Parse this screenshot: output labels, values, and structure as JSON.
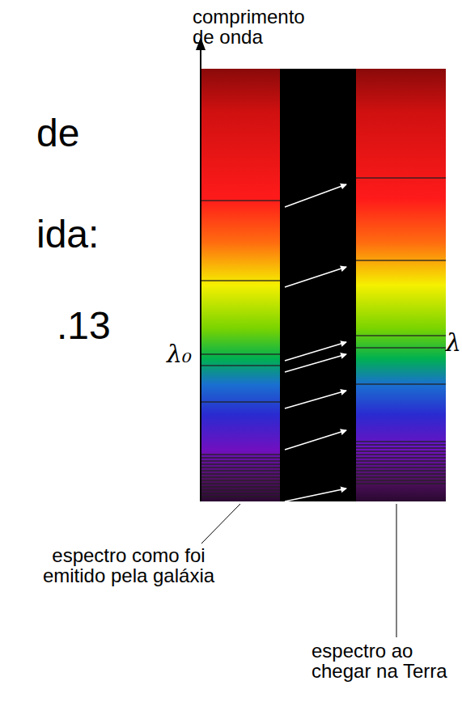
{
  "diagram": {
    "labels": [
      "de",
      "ida:",
      ".13",
      "comprimento de onda",
      "λ₀",
      "λ",
      "espectro como foi emitido pela galáxia",
      "espectro ao chegar na Terra"
    ]
  }
}
